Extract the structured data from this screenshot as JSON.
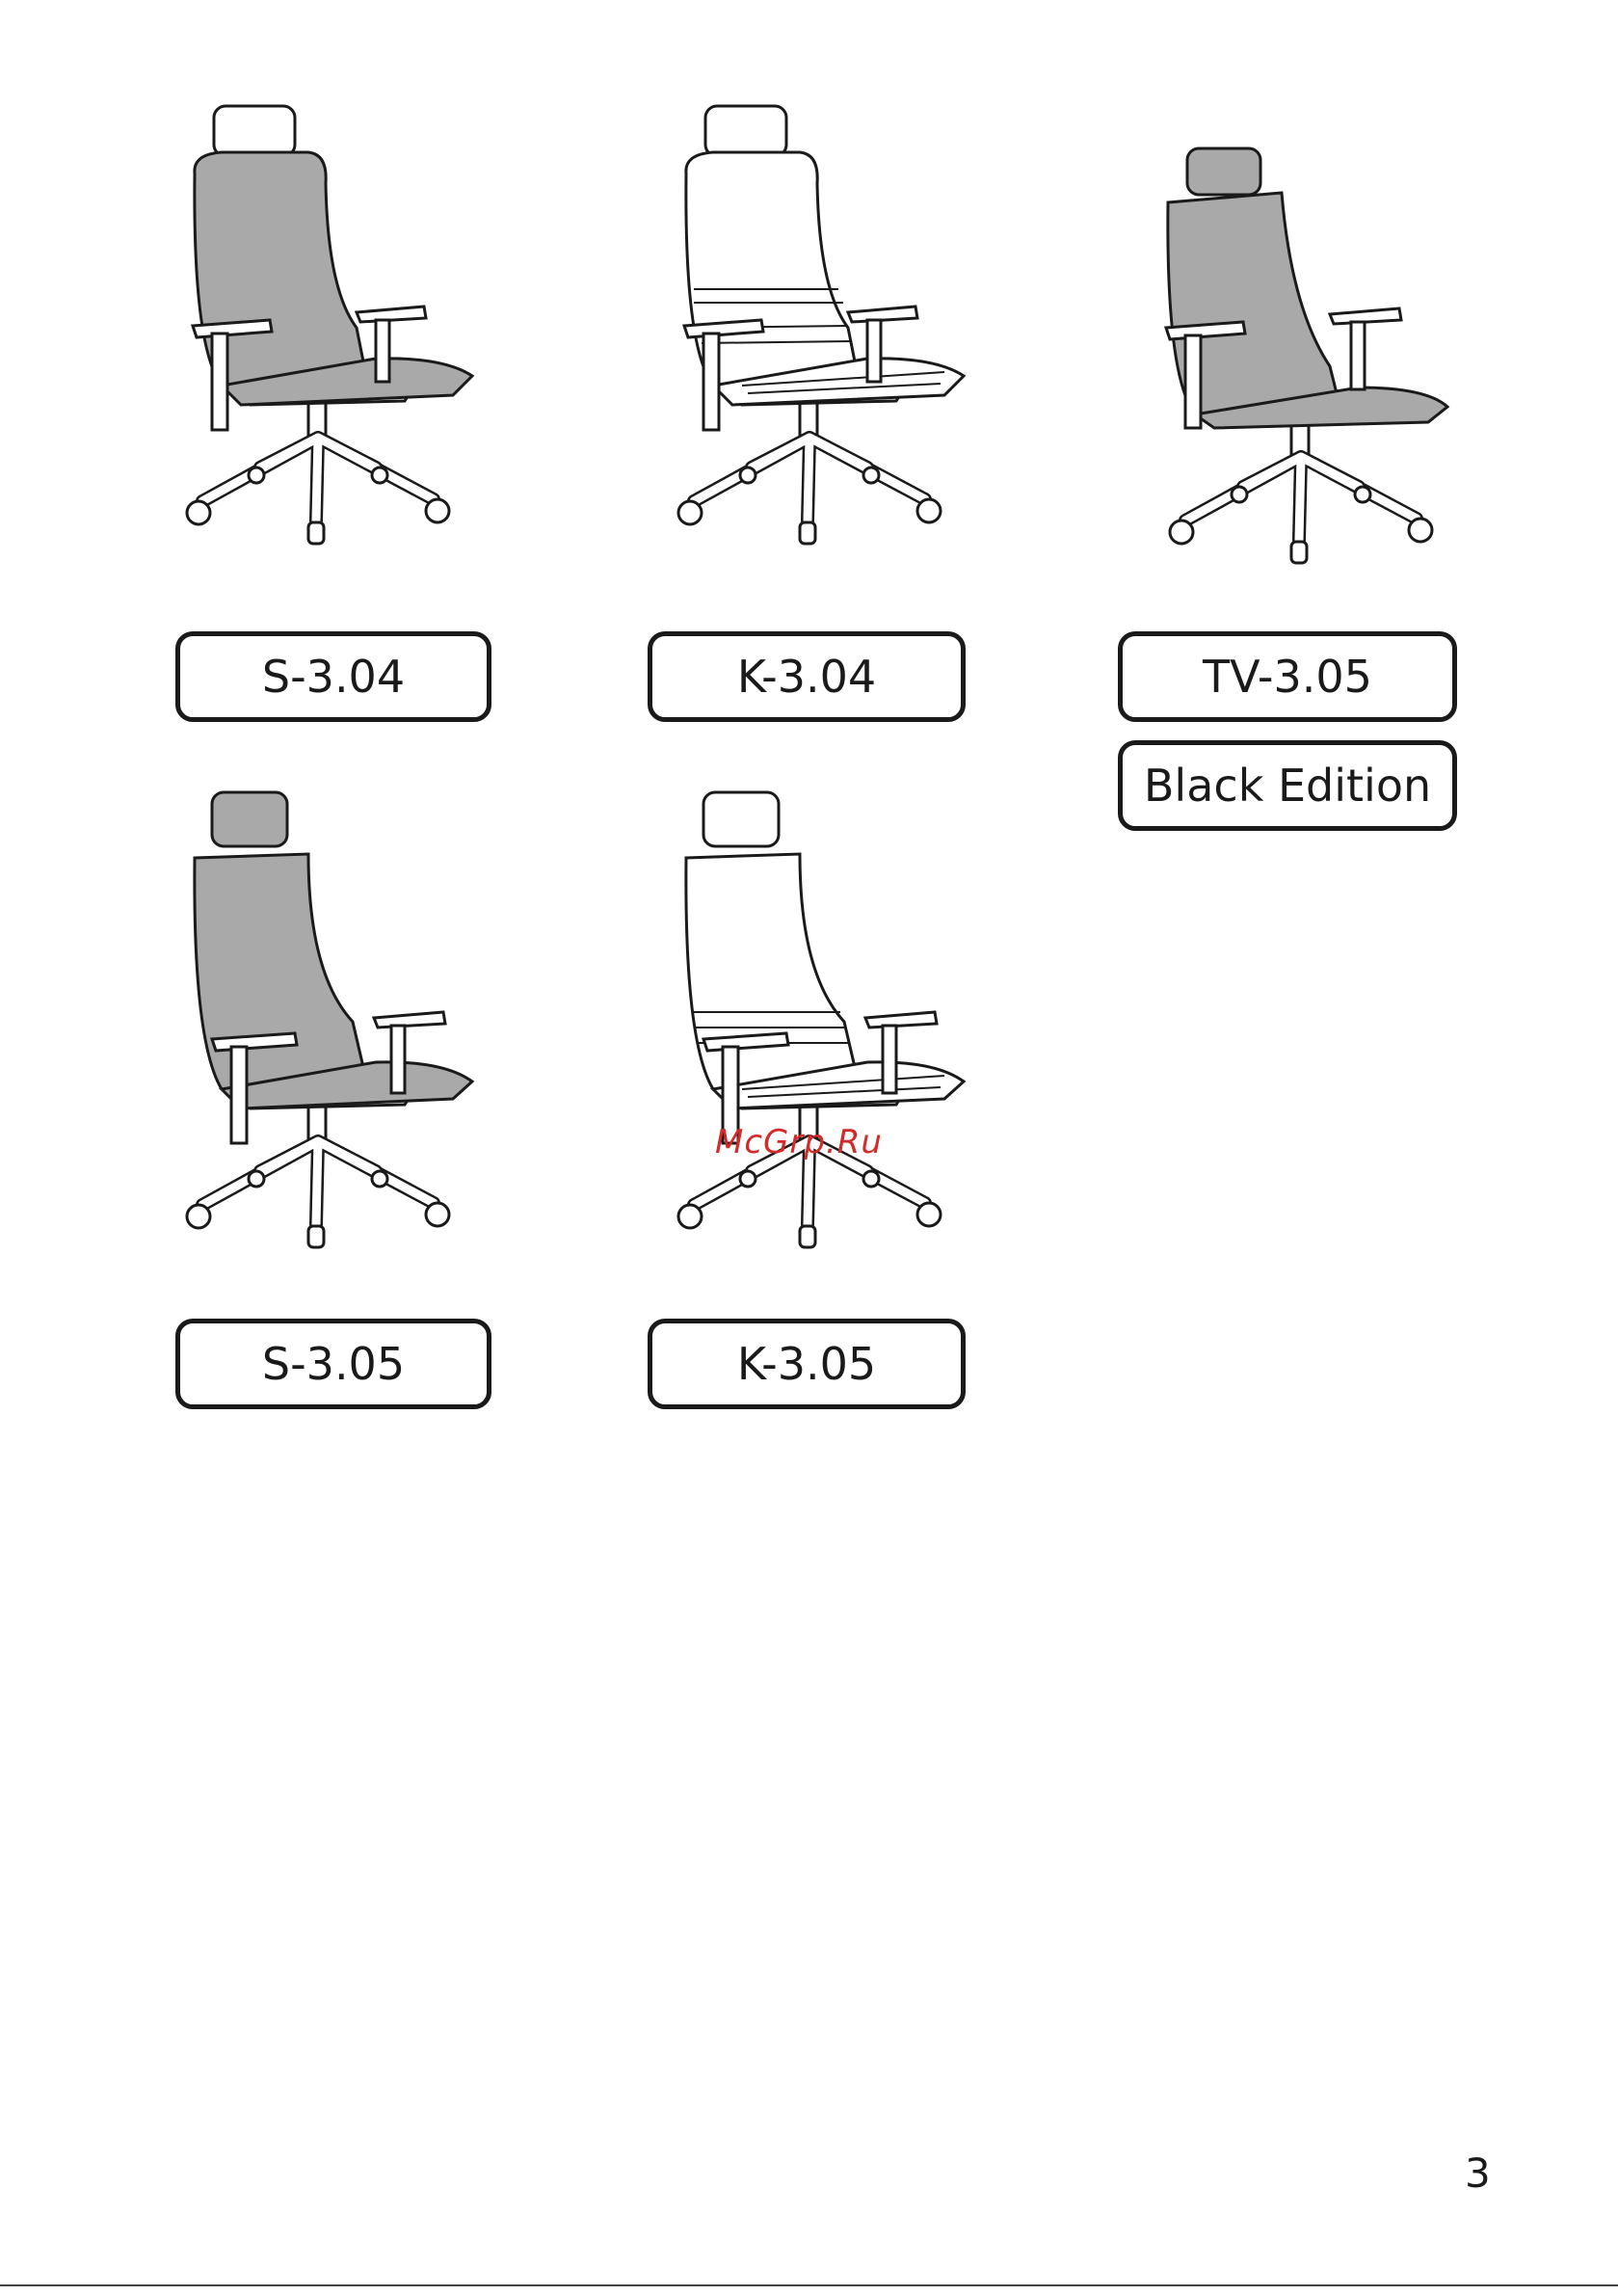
{
  "models": [
    {
      "id": "s304",
      "label": "S-3.04",
      "fill": "#a9a9a9"
    },
    {
      "id": "k304",
      "label": "K-3.04",
      "fill": "#ffffff"
    },
    {
      "id": "tv305",
      "label": "TV-3.05",
      "sublabel": "Black Edition",
      "fill": "#a9a9a9"
    },
    {
      "id": "s305",
      "label": "S-3.05",
      "fill": "#a9a9a9"
    },
    {
      "id": "k305",
      "label": "K-3.05",
      "fill": "#ffffff"
    }
  ],
  "watermark": "McGrp.Ru",
  "page_number": "3"
}
